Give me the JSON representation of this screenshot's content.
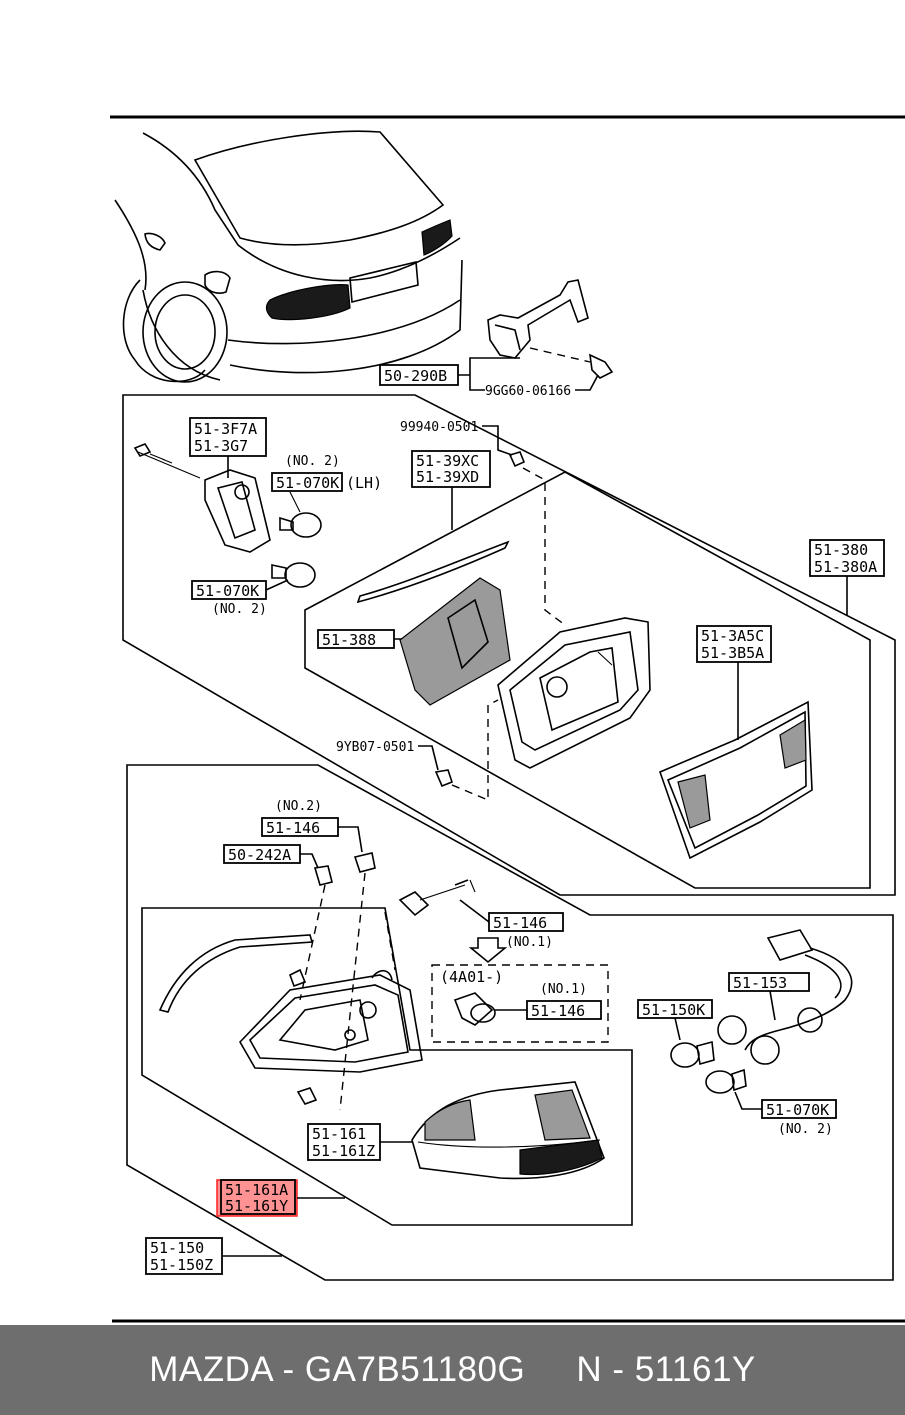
{
  "labels": {
    "p50_290b": "50-290B",
    "p9gg60": "9GG60-06166",
    "p99940": "99940-0501",
    "p51_3f7a": "51-3F7A",
    "p51_3g7": "51-3G7",
    "no2_a": "(NO. 2)",
    "p51_070k_lh": "51-070K",
    "lh": "(LH)",
    "p51_39xc": "51-39XC",
    "p51_39xd": "51-39XD",
    "p51_380": "51-380",
    "p51_380a": "51-380A",
    "p51_070k_b": "51-070K",
    "no2_b": "(NO. 2)",
    "p51_388": "51-388",
    "p51_3a5c": "51-3A5C",
    "p51_3b5a": "51-3B5A",
    "p9yb07": "9YB07-0501",
    "no2_c": "(NO.2)",
    "p51_146_a": "51-146",
    "p50_242a": "50-242A",
    "p51_146_b": "51-146",
    "no1_a": "(NO.1)",
    "p4a01": "(4A01-)",
    "no1_b": "(NO.1)",
    "p51_146_c": "51-146",
    "p51_153": "51-153",
    "p51_150k": "51-150K",
    "p51_070k_c": "51-070K",
    "no2_d": "(NO. 2)",
    "p51_161": "51-161",
    "p51_161z": "51-161Z",
    "p51_161a": "51-161A",
    "p51_161y": "51-161Y",
    "p51_150": "51-150",
    "p51_150z": "51-150Z"
  },
  "highlight_color": "#ff3b3b",
  "footer": {
    "text": "MAZDA - GA7B51180G     N - 51161Y"
  }
}
